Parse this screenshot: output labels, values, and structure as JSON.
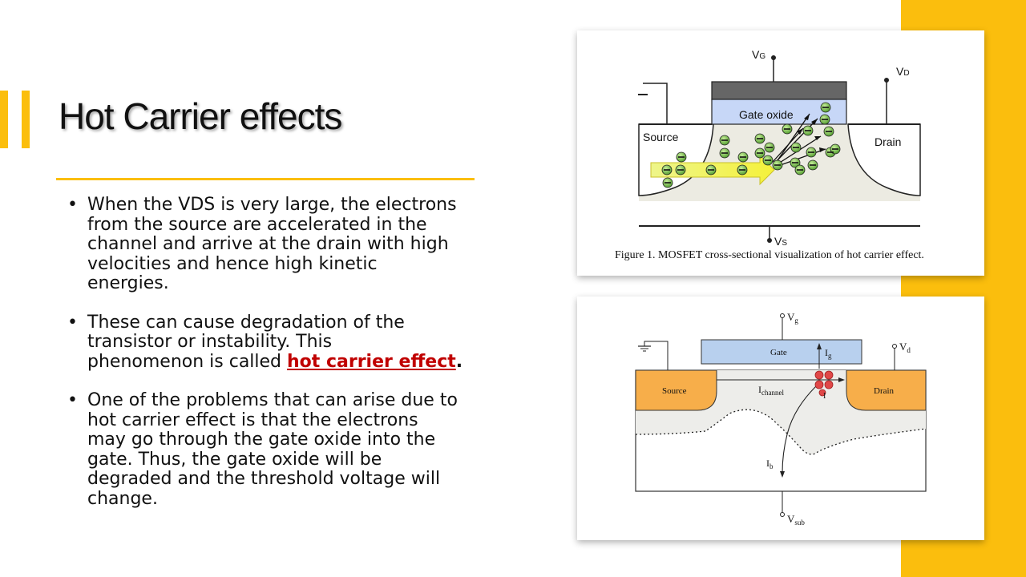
{
  "slide": {
    "title": "Hot Carrier effects",
    "accent_color": "#FBBE0D",
    "highlight_color": "#C00000"
  },
  "bullets": [
    {
      "lines": [
        "When the VDS is very large, the electrons",
        "from  the source are accelerated in the",
        "channel and  arrive at the drain with high",
        "velocities and hence  high kinetic",
        "energies."
      ]
    },
    {
      "lines": [
        "These can cause degradation of the",
        "transistor or  instability. This"
      ],
      "last_prefix": "phenomenon is called ",
      "highlight": "hot carrier  effect",
      "suffix": "."
    },
    {
      "lines": [
        "One of the problems that can arise due to",
        "hot  carrier effect is that the electrons",
        "may go  through the gate oxide into the",
        "gate. Thus, the  gate oxide will be",
        "degraded and the threshold  voltage will",
        "change."
      ]
    }
  ],
  "figure1": {
    "vg": "V",
    "vg_sub": "G",
    "vd": "V",
    "vd_sub": "D",
    "vs": "V",
    "vs_sub": "S",
    "gate_oxide": "Gate oxide",
    "source": "Source",
    "drain": "Drain",
    "caption": "Figure 1. MOSFET cross-sectional visualization of hot carrier effect."
  },
  "figure2": {
    "vg": "V",
    "vg_sub": "g",
    "vd": "V",
    "vd_sub": "d",
    "vsub": "V",
    "vsub_sub": "sub",
    "gate": "Gate",
    "source": "Source",
    "drain": "Drain",
    "ig": "I",
    "ig_sub": "g",
    "ichannel": "I",
    "ichannel_sub": "channel",
    "ib": "I",
    "ib_sub": "b",
    "ii": "I"
  }
}
